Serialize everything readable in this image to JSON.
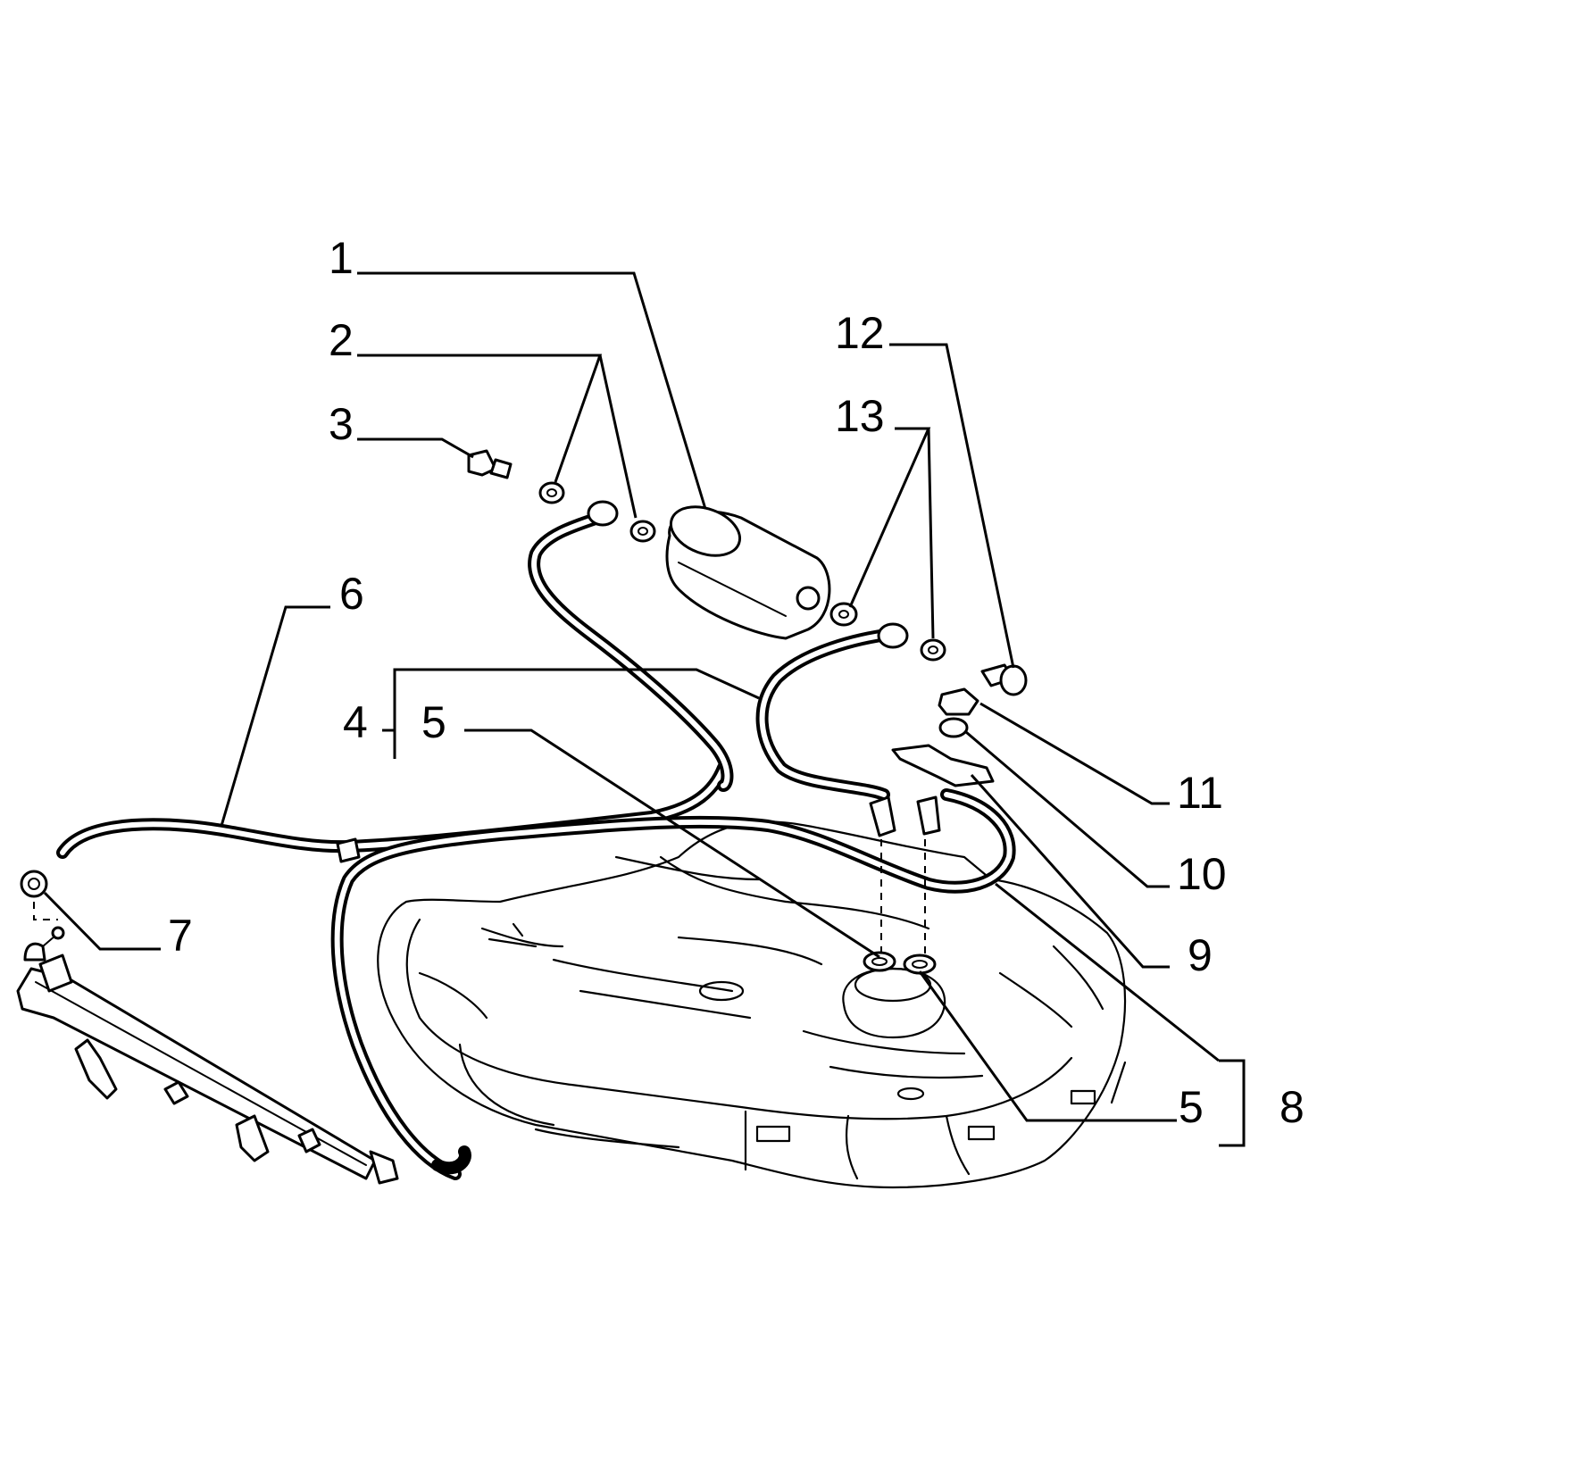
{
  "diagram": {
    "callouts": [
      "1",
      "2",
      "3",
      "4",
      "5",
      "5",
      "6",
      "7",
      "8",
      "9",
      "10",
      "11",
      "12",
      "13"
    ]
  }
}
